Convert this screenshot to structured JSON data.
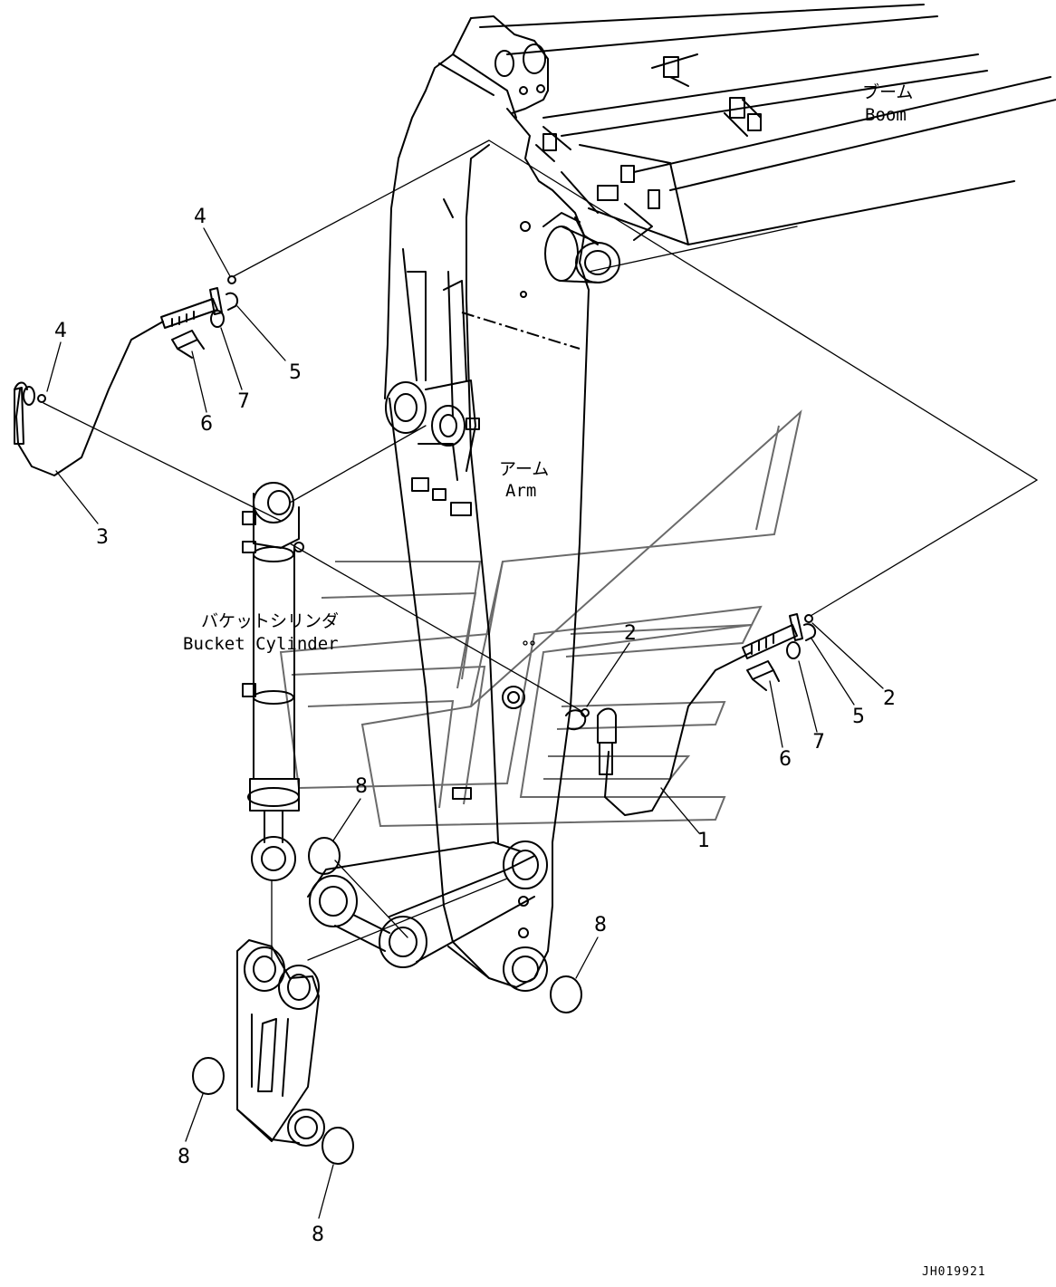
{
  "labels": {
    "boom_jp": "ブーム",
    "boom_en": "Boom",
    "arm_jp": "アーム",
    "arm_en": "Arm",
    "cylinder_jp": "バケットシリンダ",
    "cylinder_en": "Bucket Cylinder"
  },
  "callouts": {
    "c1": "1",
    "c2a": "2",
    "c2b": "2",
    "c3": "3",
    "c4a": "4",
    "c4b": "4",
    "c5a": "5",
    "c5b": "5",
    "c6a": "6",
    "c6b": "6",
    "c7a": "7",
    "c7b": "7",
    "c8a": "8",
    "c8b": "8",
    "c8c": "8",
    "c8d": "8"
  },
  "drawing_code": "JH019921"
}
